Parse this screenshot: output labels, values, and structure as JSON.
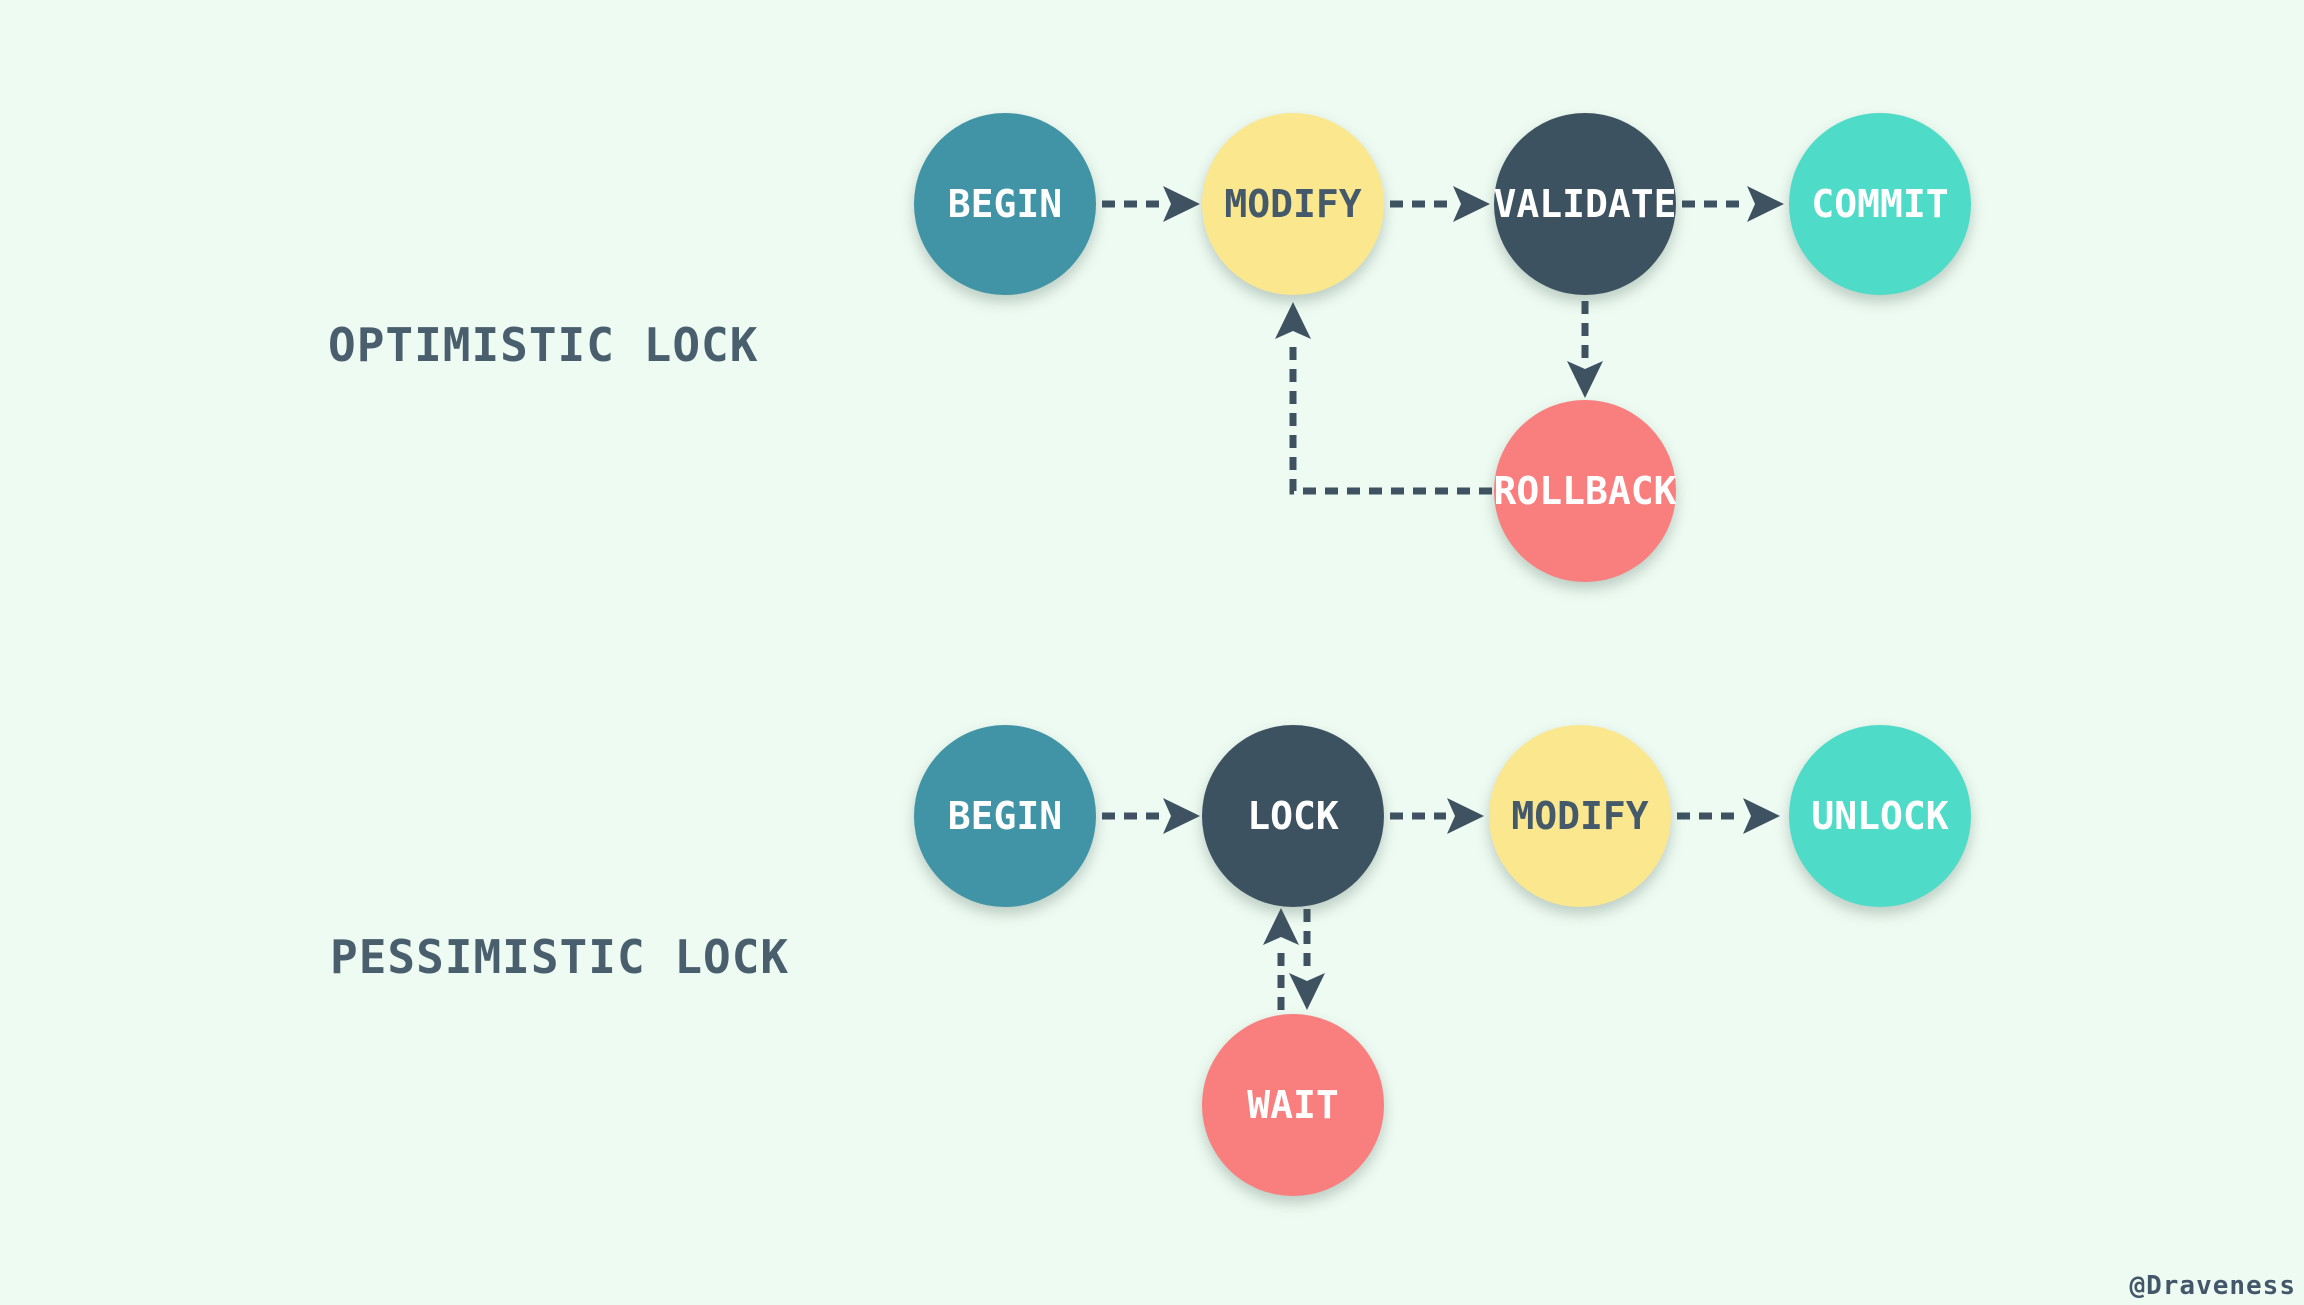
{
  "colors": {
    "background": "#eefbf2",
    "teal": "#4193a6",
    "yellow": "#fbe78d",
    "dark_slate": "#3d5261",
    "turquoise": "#4edbc8",
    "coral": "#f97e7e",
    "arrow": "#3e5261",
    "title_text": "#4a5f6d",
    "node_text_light": "#ffffff",
    "node_text_dark": "#44596a"
  },
  "edge_style": "dashed-arrow",
  "diagrams": [
    {
      "title": "OPTIMISTIC LOCK",
      "nodes": [
        {
          "label": "BEGIN",
          "color": "#4193a6",
          "text_color": "#ffffff"
        },
        {
          "label": "MODIFY",
          "color": "#fbe78d",
          "text_color": "#44596a"
        },
        {
          "label": "VALIDATE",
          "color": "#3d5261",
          "text_color": "#ffffff"
        },
        {
          "label": "COMMIT",
          "color": "#4edbc8",
          "text_color": "#ffffff"
        },
        {
          "label": "ROLLBACK",
          "color": "#f97e7e",
          "text_color": "#ffffff"
        }
      ],
      "edges": [
        {
          "from": "BEGIN",
          "to": "MODIFY"
        },
        {
          "from": "MODIFY",
          "to": "VALIDATE"
        },
        {
          "from": "VALIDATE",
          "to": "COMMIT"
        },
        {
          "from": "VALIDATE",
          "to": "ROLLBACK"
        },
        {
          "from": "ROLLBACK",
          "to": "MODIFY"
        }
      ]
    },
    {
      "title": "PESSIMISTIC LOCK",
      "nodes": [
        {
          "label": "BEGIN",
          "color": "#4193a6",
          "text_color": "#ffffff"
        },
        {
          "label": "LOCK",
          "color": "#3d5261",
          "text_color": "#ffffff"
        },
        {
          "label": "MODIFY",
          "color": "#fbe78d",
          "text_color": "#44596a"
        },
        {
          "label": "UNLOCK",
          "color": "#4edbc8",
          "text_color": "#ffffff"
        },
        {
          "label": "WAIT",
          "color": "#f97e7e",
          "text_color": "#ffffff"
        }
      ],
      "edges": [
        {
          "from": "BEGIN",
          "to": "LOCK"
        },
        {
          "from": "LOCK",
          "to": "MODIFY"
        },
        {
          "from": "MODIFY",
          "to": "UNLOCK"
        },
        {
          "from": "LOCK",
          "to": "WAIT"
        },
        {
          "from": "WAIT",
          "to": "LOCK"
        }
      ]
    }
  ],
  "watermark": "@Draveness"
}
